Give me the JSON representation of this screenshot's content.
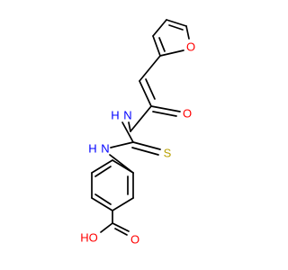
{
  "diagram": {
    "type": "structural-formula",
    "atoms": {
      "furan_o": {
        "text": "O",
        "color": "#ff0000"
      },
      "carbonyl_o": {
        "text": "O",
        "color": "#ff0000"
      },
      "amide_n": {
        "text": "N",
        "color": "#0000ff"
      },
      "amide_h": {
        "text": "H",
        "color": "#0000ff"
      },
      "thio_s": {
        "text": "S",
        "color": "#b8a000"
      },
      "aryl_n": {
        "text": "N",
        "color": "#0000ff"
      },
      "aryl_h": {
        "text": "H",
        "color": "#0000ff"
      },
      "acid_o": {
        "text": "O",
        "color": "#ff0000"
      },
      "hydroxyl": {
        "text": "HO",
        "color": "#ff0000"
      }
    }
  }
}
